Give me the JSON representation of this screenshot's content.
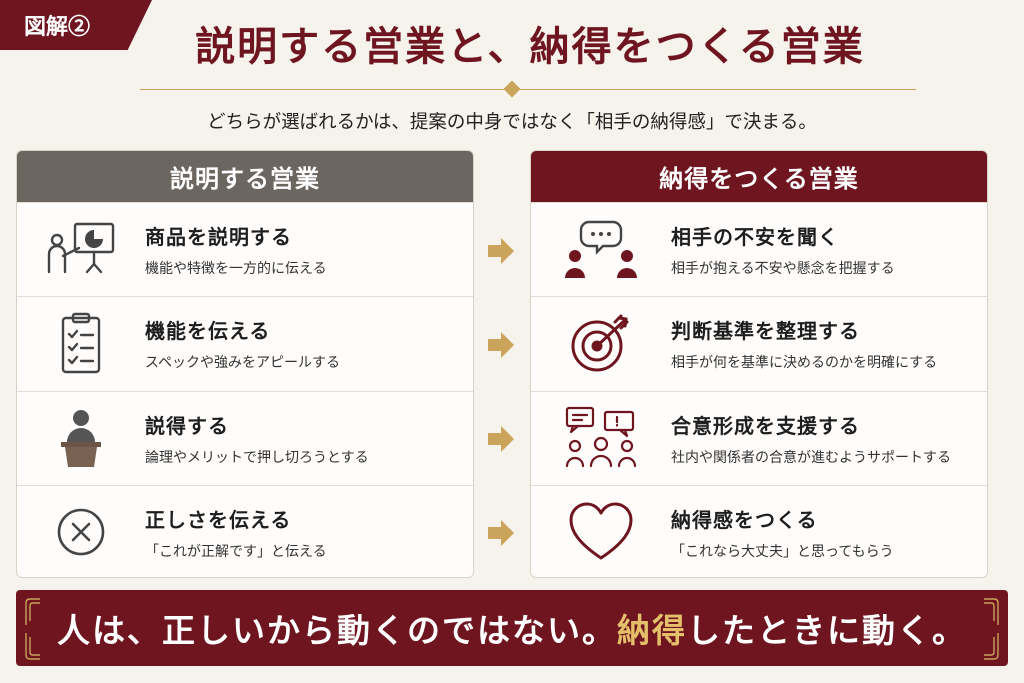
{
  "badge": "図解②",
  "title": "説明する営業と、納得をつくる営業",
  "subtitle": "どちらが選ばれるかは、提案の中身ではなく「相手の納得感」で決まる。",
  "left": {
    "header": "説明する営業",
    "items": [
      {
        "title": "商品を説明する",
        "desc": "機能や特徴を一方的に伝える",
        "icon": "presentation-icon"
      },
      {
        "title": "機能を伝える",
        "desc": "スペックや強みをアピールする",
        "icon": "checklist-icon"
      },
      {
        "title": "説得する",
        "desc": "論理やメリットで押し切ろうとする",
        "icon": "podium-speaker-icon"
      },
      {
        "title": "正しさを伝える",
        "desc": "「これが正解です」と伝える",
        "icon": "cross-circle-icon"
      }
    ]
  },
  "right": {
    "header": "納得をつくる営業",
    "items": [
      {
        "title": "相手の不安を聞く",
        "desc": "相手が抱える不安や懸念を把握する",
        "icon": "conversation-icon"
      },
      {
        "title": "判断基準を整理する",
        "desc": "相手が何を基準に決めるのかを明確にする",
        "icon": "target-icon"
      },
      {
        "title": "合意形成を支援する",
        "desc": "社内や関係者の合意が進むようサポートする",
        "icon": "group-discussion-icon"
      },
      {
        "title": "納得感をつくる",
        "desc": "「これなら大丈夫」と思ってもらう",
        "icon": "heart-icon"
      }
    ]
  },
  "footer": {
    "part1": "人は、正しいから動くのではない。",
    "highlight": "納得",
    "part2": "したときに動く。"
  },
  "colors": {
    "maroon": "#6e1520",
    "gray": "#6b6660",
    "gold": "#c9a45a"
  }
}
